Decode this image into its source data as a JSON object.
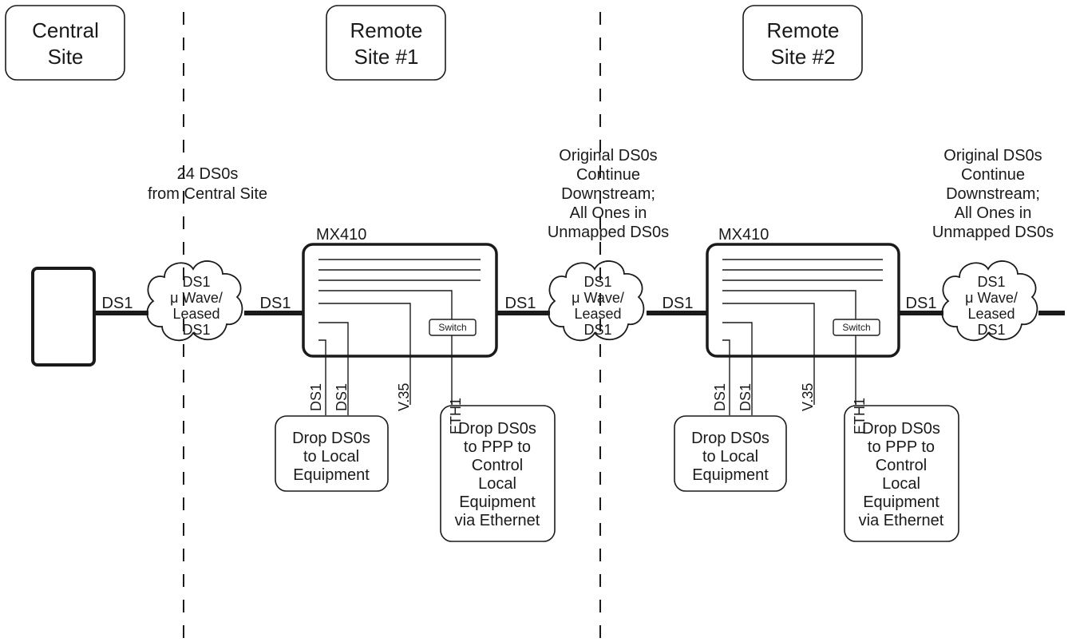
{
  "sites": {
    "central": [
      "Central",
      "Site"
    ],
    "remote1": [
      "Remote",
      "Site #1"
    ],
    "remote2": [
      "Remote",
      "Site #2"
    ]
  },
  "note_central": [
    "24 DS0s",
    "from Central Site"
  ],
  "note_downstream": [
    "Original DS0s",
    "Continue",
    "Downstream;",
    "All Ones in",
    "Unmapped DS0s"
  ],
  "link_label": "DS1",
  "cloud_text": [
    "DS1",
    "μ Wave/",
    "Leased",
    "DS1"
  ],
  "device_name": "MX410",
  "switch_label": "Switch",
  "port_labels": {
    "ds1_a": "DS1",
    "ds1_b": "DS1",
    "v35": "V.35",
    "eth1": "ETH1"
  },
  "drop_local": [
    "Drop DS0s",
    "to Local",
    "Equipment"
  ],
  "drop_ppp": [
    "Drop DS0s",
    "to PPP to",
    "Control",
    "Local",
    "Equipment",
    "via Ethernet"
  ]
}
